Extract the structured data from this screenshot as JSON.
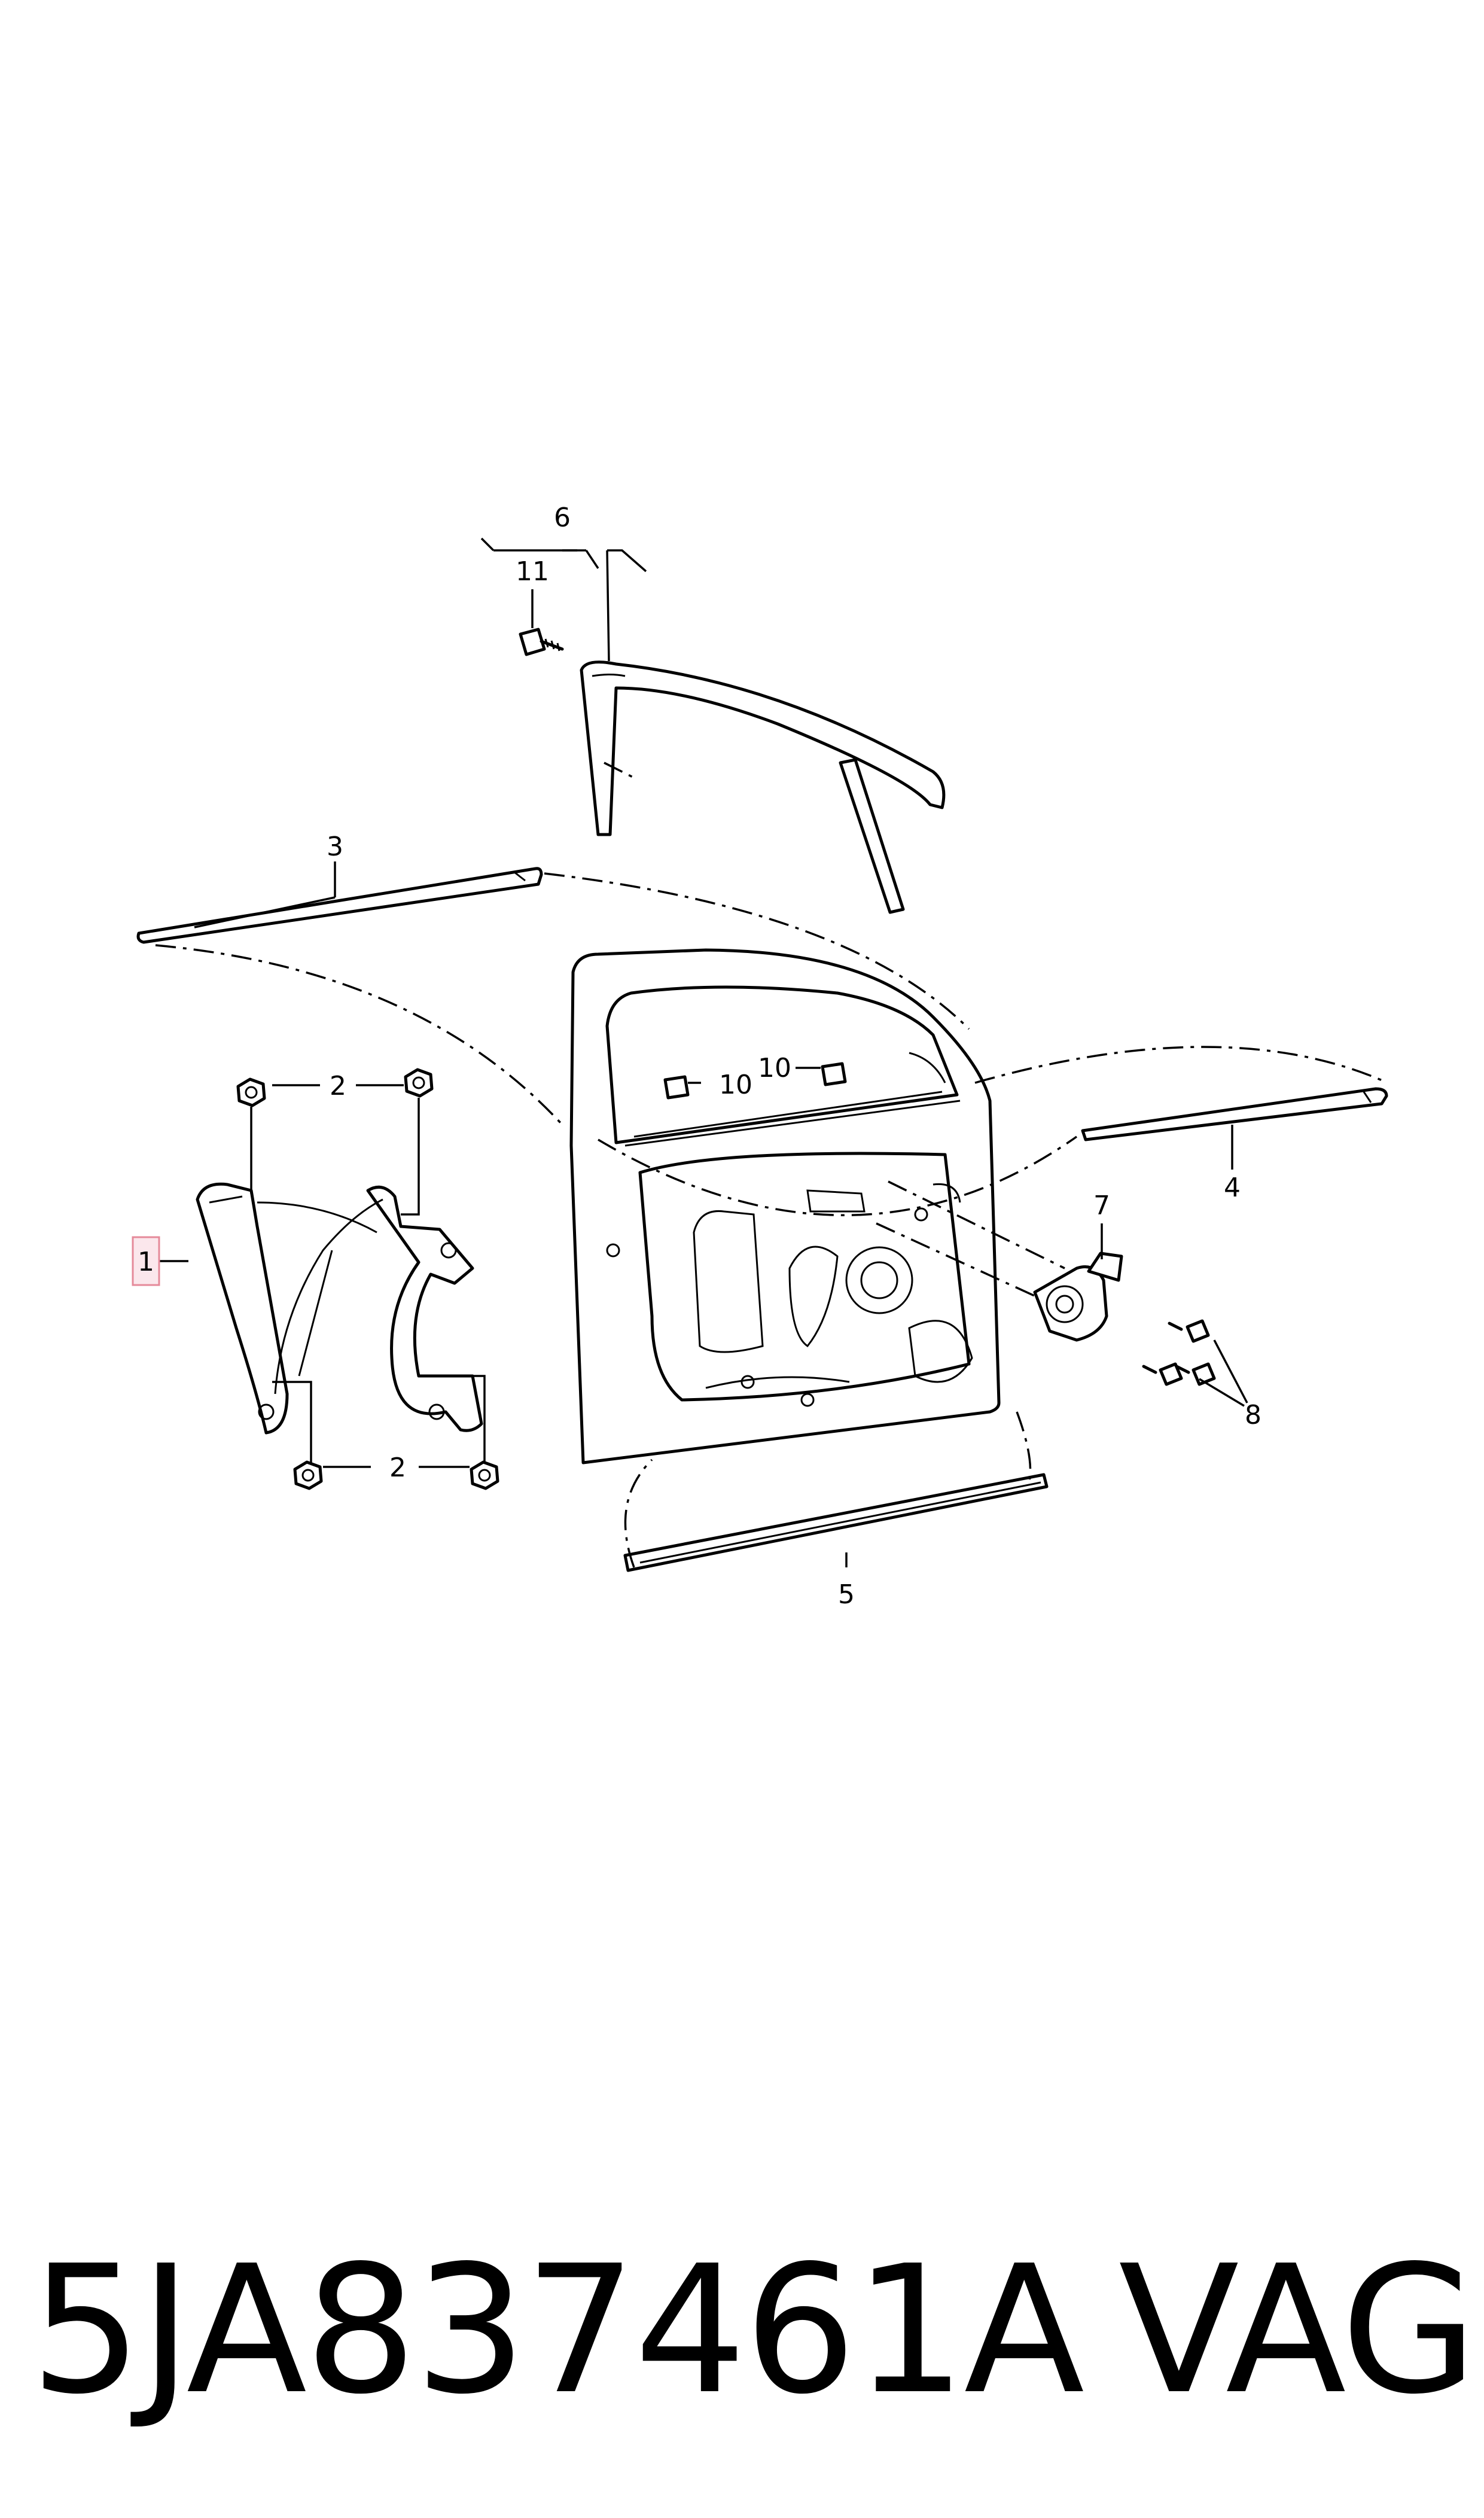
{
  "callouts": {
    "c1": "1",
    "c2a": "2",
    "c2b": "2",
    "c3": "3",
    "c4": "4",
    "c5": "5",
    "c6": "6",
    "c7": "7",
    "c8": "8",
    "c10a": "10",
    "c10b": "10",
    "c11": "11"
  },
  "highlight": {
    "callout": "1",
    "color": "#e58a9a",
    "fill": "#fbe7ec"
  },
  "footer": {
    "part_number": "5JA837461A",
    "brand": "VAG"
  }
}
